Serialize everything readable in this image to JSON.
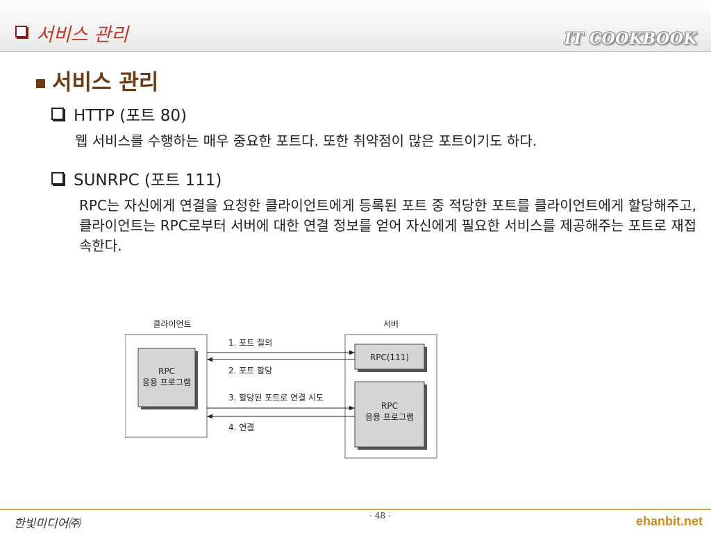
{
  "header": {
    "title": "서비스 관리",
    "brand": "IT COOKBOOK"
  },
  "section": {
    "title": "서비스 관리"
  },
  "items": [
    {
      "heading": "HTTP (포트 80)",
      "text": "웹 서비스를 수행하는 매우 중요한 포트다. 또한 취약점이 많은 포트이기도 하다."
    },
    {
      "heading": "SUNRPC (포트 111)",
      "text": "RPC는 자신에게 연결을 요청한 클라이언트에게 등록된 포트 중 적당한 포트를 클라이언트에게 할당해주고, 클라이언트는 RPC로부터 서버에 대한 연결 정보를 얻어 자신에게 필요한 서비스를 제공해주는 포트로 재접속한다."
    }
  ],
  "diagram": {
    "client_label": "클라이언트",
    "server_label": "서버",
    "client_app": [
      "RPC",
      "응용 프로그램"
    ],
    "rpc_service": "RPC(111)",
    "server_app": [
      "RPC",
      "응용 프로그램"
    ],
    "steps": [
      "1. 포트 질의",
      "2. 포트 할당",
      "3. 할당된 포트로 연결 시도",
      "4. 연결"
    ]
  },
  "footer": {
    "publisher": "한빛미디어㈜",
    "page": "- 48 -",
    "site": "ehanbit.net"
  }
}
